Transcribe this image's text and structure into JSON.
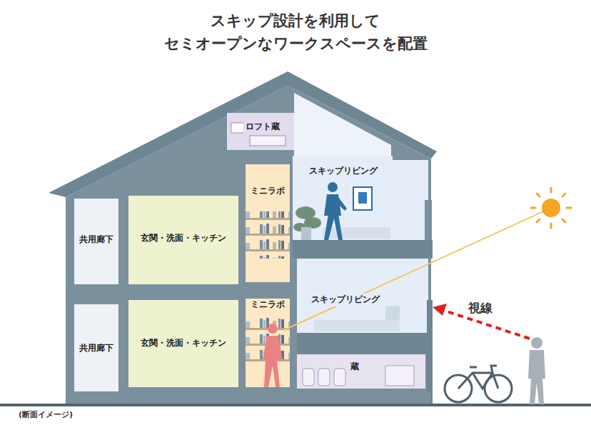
{
  "diagram": {
    "title": "スキップ設計を利用して セミオープンなワークスペースを配置",
    "caption": "(断面イメージ)",
    "nodes": [
      {
        "text": [
          "ロフト蔵"
        ]
      },
      {
        "text": [
          "スキップリビング"
        ]
      },
      {
        "text": [
          "共用廊下"
        ]
      },
      {
        "text": [
          "玄関・洗面・キッチン"
        ]
      },
      {
        "text": [
          "ミニラボ"
        ]
      },
      {
        "text": [
          "スキップリビング"
        ]
      },
      {
        "text": [
          "共用廊下"
        ]
      },
      {
        "text": [
          "玄関・洗面・キッチン"
        ]
      },
      {
        "text": [
          "ミニラボ"
        ]
      },
      {
        "text": [
          "蔵"
        ]
      }
    ],
    "labels": [
      "視線"
    ]
  }
}
